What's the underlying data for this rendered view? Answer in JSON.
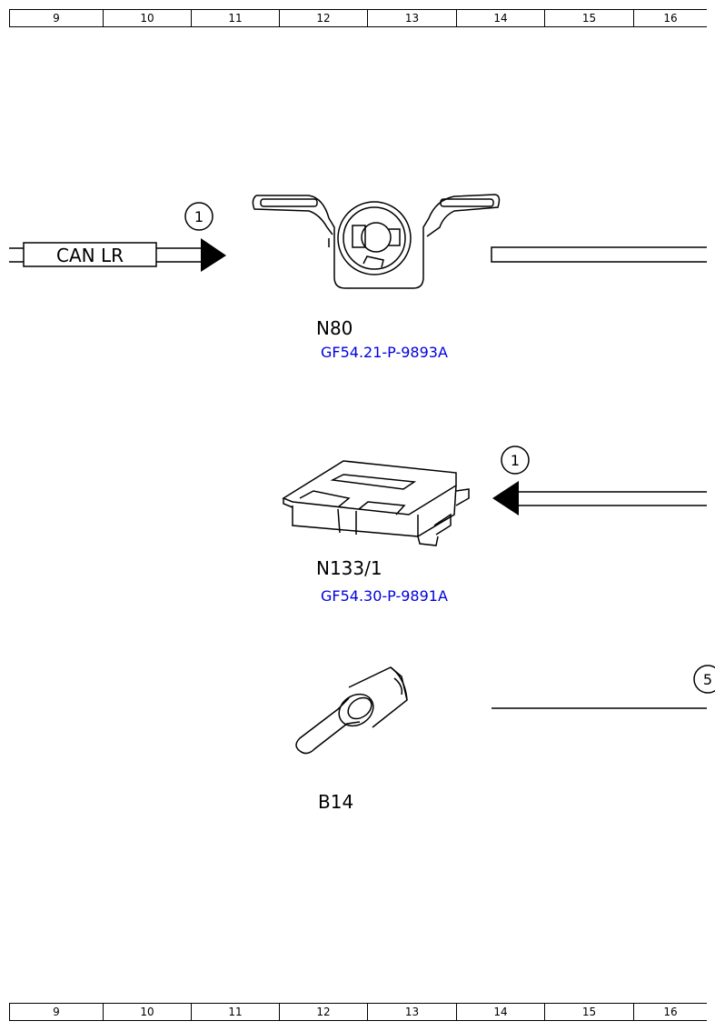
{
  "ruler": {
    "columns": [
      "9",
      "10",
      "11",
      "12",
      "13",
      "14",
      "15",
      "16"
    ]
  },
  "bus": {
    "label": "CAN LR"
  },
  "callouts": {
    "n80": "1",
    "n133": "1",
    "b14": "5"
  },
  "components": [
    {
      "id": "N80",
      "link": "GF54.21-P-9893A"
    },
    {
      "id": "N133/1",
      "link": "GF54.30-P-9891A"
    },
    {
      "id": "B14"
    }
  ],
  "colors": {
    "line": "#000000",
    "link": "#0000dd"
  }
}
